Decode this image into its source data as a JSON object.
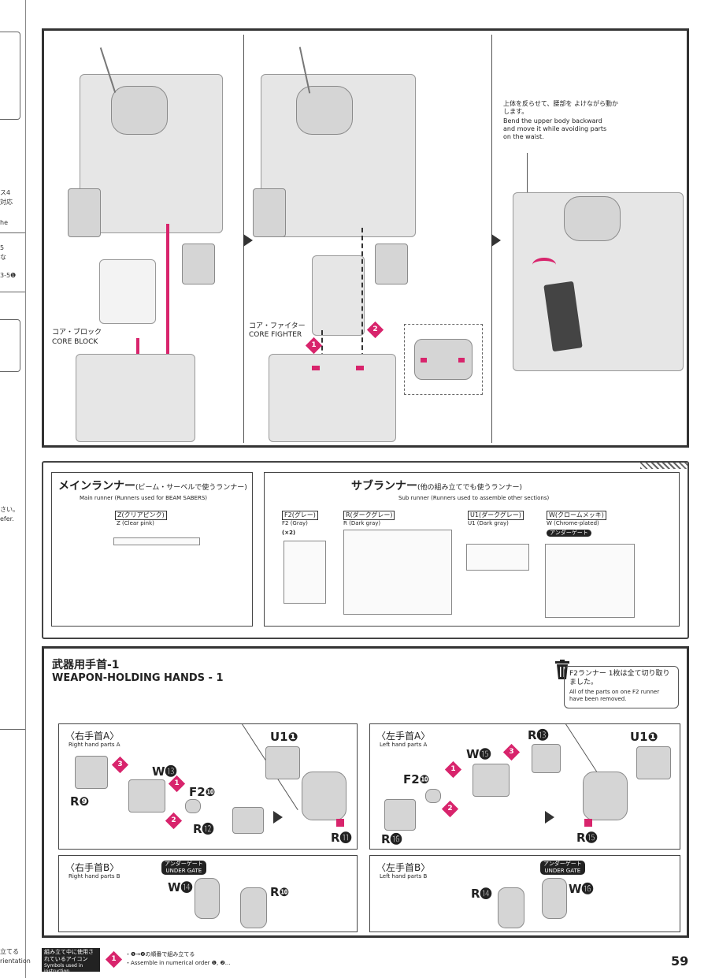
{
  "page_number": "59",
  "left_margin": {
    "fragments": [
      "ス4",
      "対応",
      "he",
      "5",
      "な",
      "3-5❶",
      "さい。",
      "efer.",
      "立てる",
      "rientation"
    ]
  },
  "top_panel": {
    "core_block_jp": "コア・ブロック",
    "core_block_en": "CORE BLOCK",
    "core_fighter_jp": "コア・ファイター",
    "core_fighter_en": "CORE FIGHTER",
    "step1": "1",
    "step2": "2",
    "note_jp": "上体を反らせて、腰部を よけながら動かします。",
    "note_en": "Bend the upper body backward and move it while avoiding parts on the waist."
  },
  "runners": {
    "main_title_jp": "メインランナー",
    "main_sub_jp": "(ビーム・サーベルで使うランナー)",
    "main_en": "Main runner (Runners used for BEAM SABERS)",
    "sub_title_jp": "サブランナー",
    "sub_sub_jp": "(他の組み立てでも使うランナー)",
    "sub_en": "Sub runner (Runners used to assemble other sections)",
    "items": [
      {
        "code_jp": "Z(クリアピンク)",
        "code_en": "Z (Clear pink)",
        "qty": ""
      },
      {
        "code_jp": "F2(グレー)",
        "code_en": "F2 (Gray)",
        "qty": "(×2)"
      },
      {
        "code_jp": "R(ダークグレー)",
        "code_en": "R (Dark gray)",
        "qty": ""
      },
      {
        "code_jp": "U1(ダークグレー)",
        "code_en": "U1 (Dark gray)",
        "qty": ""
      },
      {
        "code_jp": "W(クロームメッキ)",
        "code_en": "W (Chrome-plated)",
        "qty": ""
      }
    ],
    "under_gate_badge": "アンダーゲート"
  },
  "weapon_section": {
    "title_jp": "武器用手首-1",
    "title_en": "WEAPON-HOLDING HANDS - 1",
    "trash_note_jp": "F2ランナー 1枚は全て切り取りました。",
    "trash_note_en": "All of the parts on one F2 runner have been removed.",
    "right_a_jp": "〈右手首A〉",
    "right_a_en": "Right hand parts A",
    "left_a_jp": "〈左手首A〉",
    "left_a_en": "Left hand parts A",
    "right_b_jp": "〈右手首B〉",
    "right_b_en": "Right hand parts B",
    "left_b_jp": "〈左手首B〉",
    "left_b_en": "Left hand parts B",
    "under_gate_jp": "アンダーゲート",
    "under_gate_en": "UNDER GATE",
    "labels": {
      "ra_w": "W⓭",
      "ra_f2": "F2❿",
      "ra_r9": "R❾",
      "ra_r12": "R⓬",
      "ra_u1": "U1❶",
      "ra_r11": "R⓫",
      "la_r13": "R⓭",
      "la_w": "W⓯",
      "la_f2": "F2❿",
      "la_r16": "R⓰",
      "la_u1": "U1❶",
      "la_r15": "R⓯",
      "rb_w": "W⓮",
      "rb_r": "R❿",
      "lb_r": "R⓮",
      "lb_w": "W⓰"
    },
    "steps": [
      "1",
      "2",
      "3"
    ]
  },
  "footer": {
    "legend_jp": "組み立て中に使用されているアイコン",
    "legend_en": "Symbols used in instruction",
    "icon_jp": "・❶→❷の順番で組み立てる",
    "icon_en": "・Assemble in numerical order ❶, ❷..."
  },
  "colors": {
    "accent": "#d8246c",
    "border": "#333333"
  }
}
